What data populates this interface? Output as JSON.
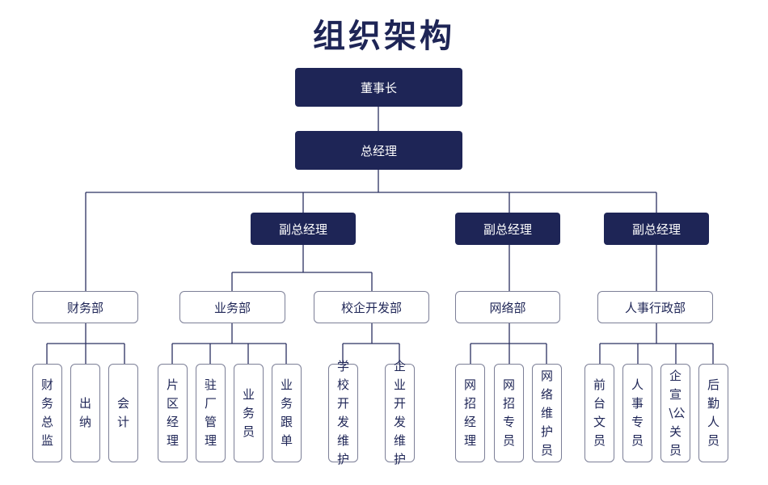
{
  "title": "组织架构",
  "chairman": "董事长",
  "gm": "总经理",
  "vp": [
    "副总经理",
    "副总经理",
    "副总经理"
  ],
  "departments": [
    "财务部",
    "业务部",
    "校企开发部",
    "网络部",
    "人事行政部"
  ],
  "roles": {
    "finance": [
      "财务总监",
      "出纳",
      "会计"
    ],
    "business": [
      "片区经理",
      "驻厂管理",
      "业务员",
      "业务跟单"
    ],
    "school": [
      "学校开发维护",
      "企业开发维护"
    ],
    "network": [
      "网招经理",
      "网招专员",
      "网络维护员"
    ],
    "hr": [
      "前台文员",
      "人事专员",
      "企宣\\公关员",
      "后勤人员"
    ]
  },
  "colors": {
    "primary": "#1e2556",
    "border": "#7c7f97",
    "line": "#2b3060"
  }
}
